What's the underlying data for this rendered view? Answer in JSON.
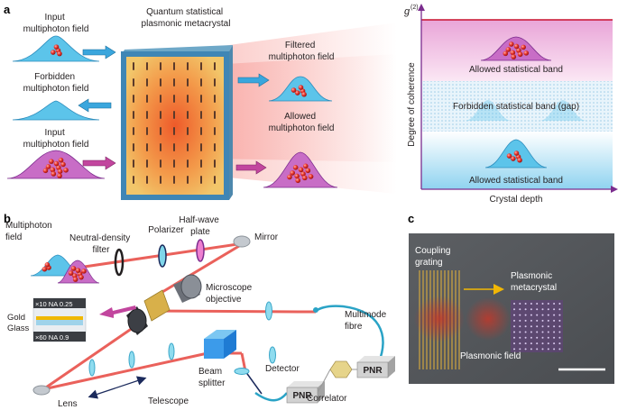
{
  "panel_a": {
    "letter": "a",
    "input_field_top": [
      "Input",
      "multiphoton field"
    ],
    "forbidden_field": [
      "Forbidden",
      "multiphoton field"
    ],
    "input_field_bottom": [
      "Input",
      "multiphoton field"
    ],
    "metacrystal_title": [
      "Quantum statistical",
      "plasmonic metacrystal"
    ],
    "filtered_field": [
      "Filtered",
      "multiphoton field"
    ],
    "allowed_field": [
      "Allowed",
      "multiphoton field"
    ]
  },
  "band_diagram": {
    "y_axis_symbol": "g",
    "y_axis_superscript": "(2)",
    "y_axis_label": "Degree of coherence",
    "x_axis_label": "Crystal depth",
    "allowed_band_top": "Allowed statistical band",
    "forbidden_band": "Forbidden statistical band (gap)",
    "allowed_band_bottom": "Allowed statistical band"
  },
  "panel_b": {
    "letter": "b",
    "multiphoton_field": [
      "Multiphoton",
      "field"
    ],
    "neutral_density_filter": [
      "Neutral-density",
      "filter"
    ],
    "polarizer": "Polarizer",
    "half_wave_plate": [
      "Half-wave",
      "plate"
    ],
    "mirror": "Mirror",
    "microscope_objective": [
      "Microscope",
      "objective"
    ],
    "objective_top": "×10 NA 0.25",
    "objective_bottom": "×60 NA 0.9",
    "gold": "Gold",
    "glass": "Glass",
    "multimode_fibre": [
      "Multimode",
      "fibre"
    ],
    "beam_splitter": [
      "Beam",
      "splitter"
    ],
    "detector": "Detector",
    "pnr_label": "PNR",
    "correlator": "Correlator",
    "lens": "Lens",
    "telescope": "Telescope"
  },
  "panel_c": {
    "letter": "c",
    "coupling_grating": [
      "Coupling",
      "grating"
    ],
    "plasmonic_metacrystal": [
      "Plasmonic",
      "metacrystal"
    ],
    "plasmonic_field": "Plasmonic field"
  },
  "colors": {
    "laser_beam": "#e8504a",
    "arrow_blue": "#3aa6dd",
    "arrow_magenta": "#c2469e",
    "band_allowed_pink": "#f4c6e3",
    "band_allowed_blue": "#bfe6f5",
    "axis_red": "#c8102e",
    "axis_purple": "#7b2d8e"
  }
}
